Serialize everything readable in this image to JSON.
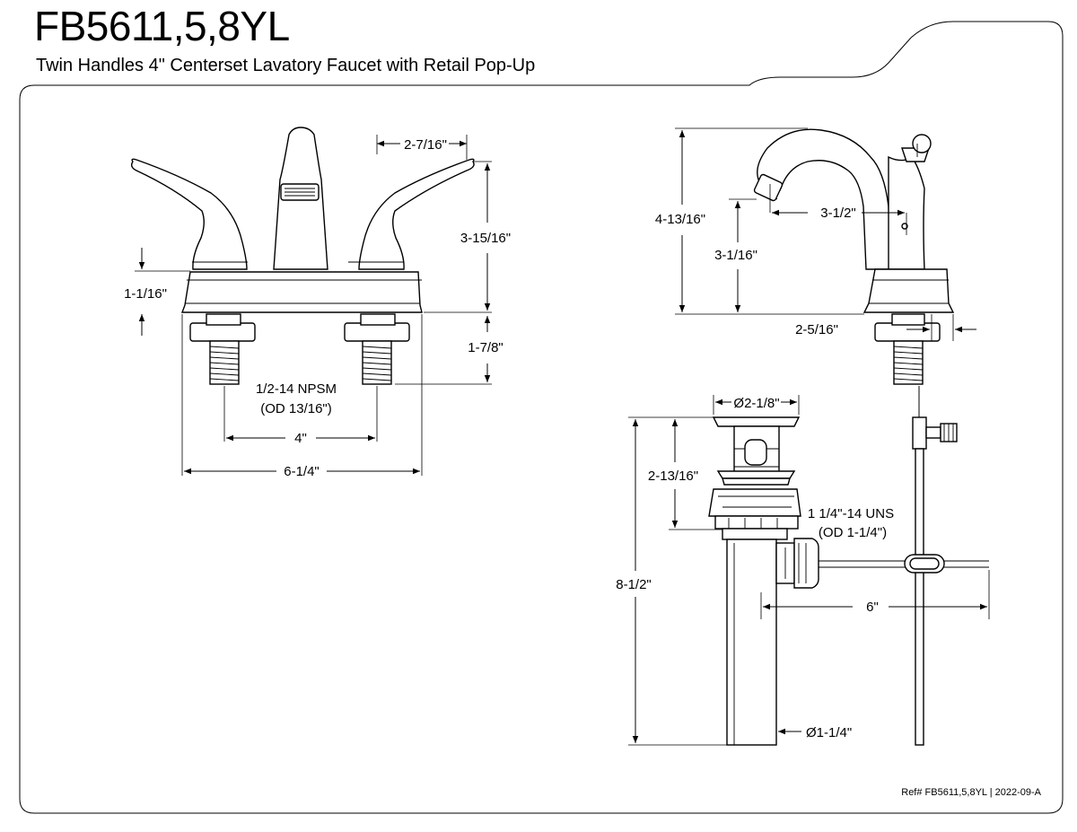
{
  "header": {
    "model": "FB5611,5,8YL",
    "description": "Twin Handles 4\" Centerset Lavatory Faucet with Retail Pop-Up"
  },
  "footer": {
    "reference": "Ref# FB5611,5,8YL | 2022-09-A"
  },
  "front_view": {
    "dims": {
      "spout_offset": "2-7/16\"",
      "overall_height": "3-15/16\"",
      "handle_height": "1-1/16\"",
      "shank_length": "1-7/8\"",
      "thread_spec": "1/2-14 NPSM",
      "thread_od": "(OD 13/16\")",
      "centers": "4\"",
      "base_width": "6-1/4\""
    }
  },
  "side_view": {
    "dims": {
      "total_height": "4-13/16\"",
      "spout_reach": "3-1/2\"",
      "spout_clearance": "3-1/16\"",
      "base_depth": "2-5/16\""
    }
  },
  "popup_view": {
    "dims": {
      "flange_diameter": "Ø2-1/8\"",
      "flange_height": "2-13/16\"",
      "thread_spec": "1 1/4\"-14 UNS",
      "thread_od": "(OD 1-1/4\")",
      "total_length": "8-1/2\"",
      "rod_length": "6\"",
      "tail_diameter": "Ø1-1/4\""
    }
  }
}
